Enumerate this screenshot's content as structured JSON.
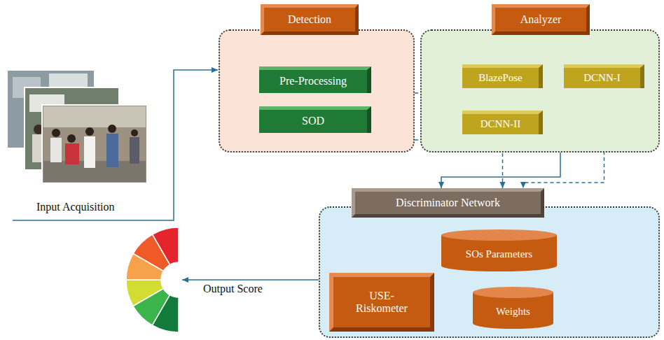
{
  "diagram": {
    "nodes": [
      {
        "text": [
          "Detection"
        ]
      },
      {
        "text": [
          "Pre-Processing"
        ],
        "in": 0
      },
      {
        "text": [
          "SOD"
        ],
        "in": 0
      },
      {
        "text": [
          "Analyzer"
        ]
      },
      {
        "text": [
          "BlazePose"
        ],
        "in": 3
      },
      {
        "text": [
          "DCNN-I"
        ],
        "in": 3
      },
      {
        "text": [
          "DCNN-II"
        ],
        "in": 3
      },
      {
        "text": [
          "Discriminator Network"
        ]
      },
      {
        "text": [
          "SOs Parameters"
        ],
        "in": 7
      },
      {
        "text": [
          "USE-Riskometer"
        ],
        "in": 7
      },
      {
        "text": [
          "Weights"
        ],
        "in": 7
      }
    ],
    "edges": [
      {
        "from": 0,
        "to": 1,
        "arrow": "to"
      },
      {
        "from": 1,
        "to": 2,
        "arrow": "to"
      },
      {
        "from": 2,
        "to": 6,
        "arrow": "to"
      },
      {
        "from": 0,
        "to": 4,
        "arrow": "to"
      },
      {
        "from": 4,
        "to": 5,
        "arrow": "to"
      },
      {
        "from": 4,
        "to": 6,
        "arrow": "to"
      },
      {
        "from": 3,
        "to": 7,
        "arrow": "to"
      },
      {
        "from": 6,
        "to": 7,
        "arrow": "to"
      },
      {
        "from": 5,
        "to": 7,
        "arrow": "to"
      },
      {
        "from": 7,
        "to": 8,
        "arrow": "to"
      },
      {
        "from": 8,
        "to": 9,
        "arrow": "to"
      },
      {
        "from": 10,
        "to": 9,
        "arrow": "to"
      }
    ],
    "labels": [
      "Input Acquisition",
      "Output Score"
    ]
  }
}
